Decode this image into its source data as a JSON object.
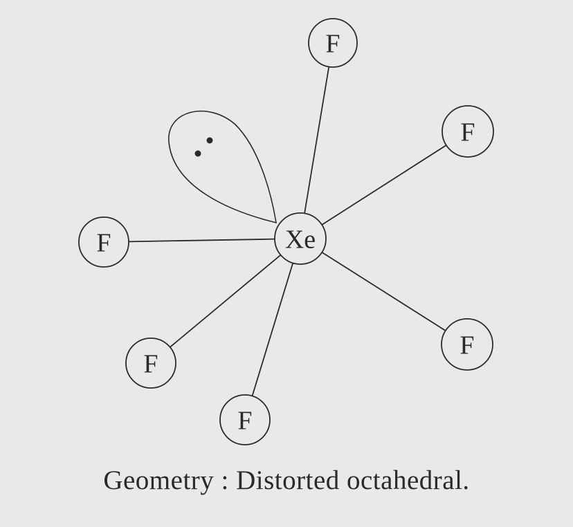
{
  "diagram": {
    "central_atom": {
      "label": "Xe"
    },
    "ligands": [
      {
        "label": "F"
      },
      {
        "label": "F"
      },
      {
        "label": "F"
      },
      {
        "label": "F"
      },
      {
        "label": "F"
      },
      {
        "label": "F"
      }
    ],
    "lone_pair": {
      "electrons": 2
    },
    "ink_color": "#2a2a2a",
    "background_color": "#e9e9eb"
  },
  "caption": "Geometry : Distorted octahedral."
}
